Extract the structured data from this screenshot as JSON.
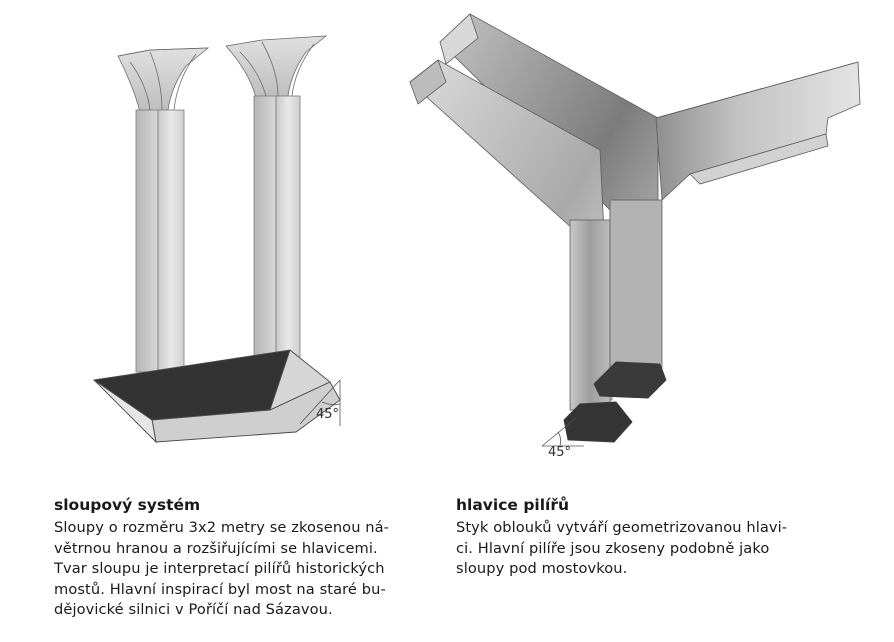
{
  "drawings": {
    "column_angle_label": "45°",
    "pillar_angle_label": "45°"
  },
  "column_system": {
    "title": "sloupový systém",
    "lines": [
      "Sloupy o rozměru 3x2 metry se zkosenou ná-",
      "větrnou hranou a rozšiřujícími se hlavicemi.",
      "Tvar sloupu je interpretací pilířů historických",
      "mostů. Hlavní inspirací byl most na staré bu-",
      "dějovické silnici v Poříčí nad Sázavou."
    ]
  },
  "pillar_head": {
    "title": "hlavice pilířů",
    "lines": [
      "Styk oblouků vytváří geometrizovanou hlavi-",
      "ci. Hlavní pilíře jsou zkoseny podobně jako",
      "sloupy pod mostovkou."
    ]
  }
}
